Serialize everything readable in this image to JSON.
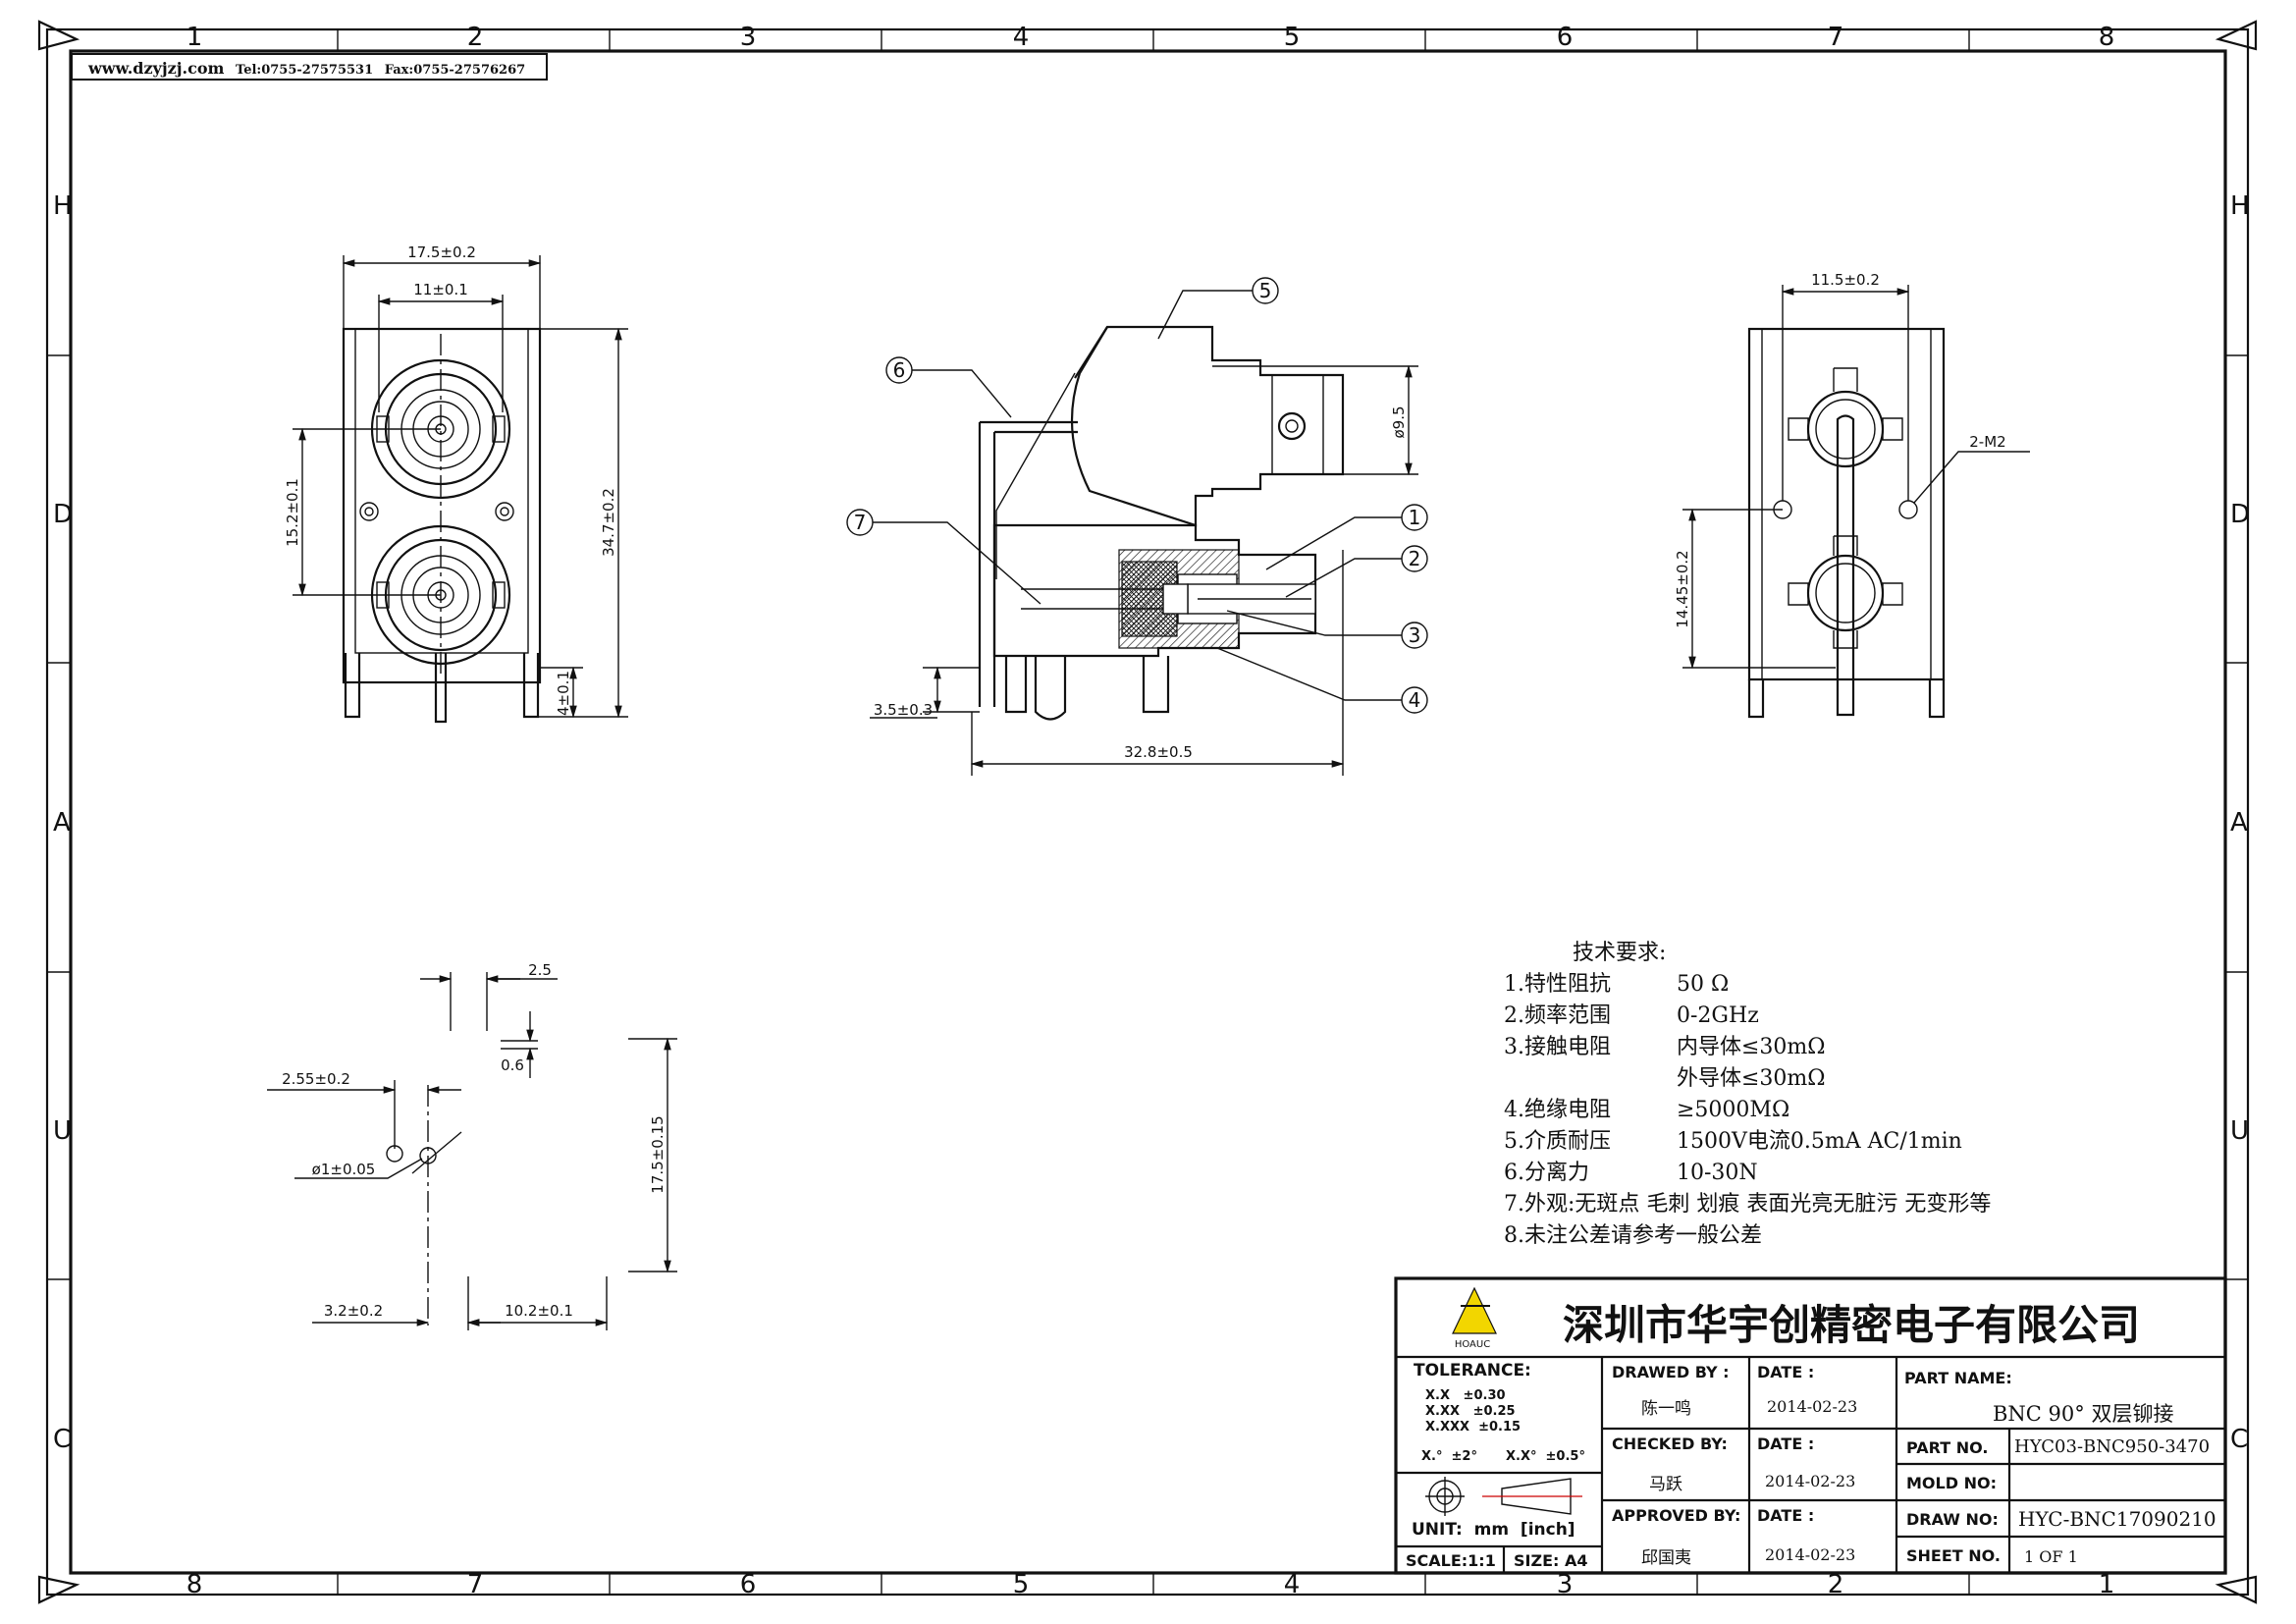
{
  "header": {
    "website": "www.dzyjzj.com",
    "tel": "Tel:0755-27575531",
    "fax": "Fax:0755-27576267"
  },
  "border": {
    "top_numbers": [
      "1",
      "2",
      "3",
      "4",
      "5",
      "6",
      "7",
      "8"
    ],
    "bottom_numbers": [
      "8",
      "7",
      "6",
      "5",
      "4",
      "3",
      "2",
      "1"
    ],
    "left_letters": [
      "H",
      "D",
      "A",
      "U",
      "C"
    ],
    "right_letters": [
      "H",
      "D",
      "A",
      "U",
      "C"
    ]
  },
  "views": {
    "front": {
      "dims": [
        "17.5±0.2",
        "11±0.1",
        "15.2±0.1",
        "34.7±0.2",
        "4±0.1"
      ]
    },
    "side": {
      "dims": [
        "ø9.5",
        "3.5±0.3",
        "32.8±0.5"
      ],
      "balloons": [
        "1",
        "2",
        "3",
        "4",
        "5",
        "6",
        "7"
      ]
    },
    "back": {
      "dims": [
        "11.5±0.2",
        "2-M2",
        "14.45±0.2"
      ]
    },
    "footprint": {
      "dims": [
        "2.5",
        "0.6",
        "2.55±0.2",
        "ø1±0.05",
        "17.5±0.15",
        "3.2±0.2",
        "10.2±0.1"
      ]
    }
  },
  "requirements": {
    "title": "技术要求:",
    "items": [
      {
        "label": "1.特性阻抗",
        "value": "50 Ω"
      },
      {
        "label": "2.频率范围",
        "value": "0-2GHz"
      },
      {
        "label": "3.接触电阻",
        "value": "内导体≤30mΩ"
      },
      {
        "label": "",
        "value": "外导体≤30mΩ"
      },
      {
        "label": "4.绝缘电阻",
        "value": "≥5000MΩ"
      },
      {
        "label": "5.介质耐压",
        "value": "1500V电流0.5mA AC/1min"
      },
      {
        "label": "6.分离力",
        "value": "10-30N"
      },
      {
        "label": "7.外观:无斑点 毛刺 划痕 表面光亮无脏污 无变形等",
        "value": ""
      },
      {
        "label": "8.未注公差请参考一般公差",
        "value": ""
      }
    ]
  },
  "title_block": {
    "logo_text": "HOAUC",
    "company": "深圳市华宇创精密电子有限公司",
    "tolerance_label": "TOLERANCE:",
    "tolerances": [
      "X.X   ±0.30",
      "X.XX   ±0.25",
      "X.XXX  ±0.15"
    ],
    "angles": [
      "X.°  ±2°",
      "X.X°  ±0.5°"
    ],
    "unit": "UNIT:  mm  [inch]",
    "scale": "SCALE:1:1",
    "size": "SIZE: A4",
    "drawn_by_label": "DRAWED BY :",
    "drawn_by": "陈一鸣",
    "checked_by_label": "CHECKED BY:",
    "checked_by": "马跃",
    "approved_by_label": "APPROVED BY:",
    "approved_by": "邱国夷",
    "date_label": "DATE :",
    "dates": [
      "2014-02-23",
      "2014-02-23",
      "2014-02-23"
    ],
    "part_name_label": "PART NAME:",
    "part_name": "BNC 90° 双层铆接",
    "part_no_label": "PART NO.",
    "part_no": "HYC03-BNC950-3470",
    "mold_no_label": "MOLD NO:",
    "mold_no": "",
    "draw_no_label": "DRAW NO:",
    "draw_no": "HYC-BNC17090210",
    "sheet_no_label": "SHEET NO.",
    "sheet_no": "1 OF 1"
  }
}
